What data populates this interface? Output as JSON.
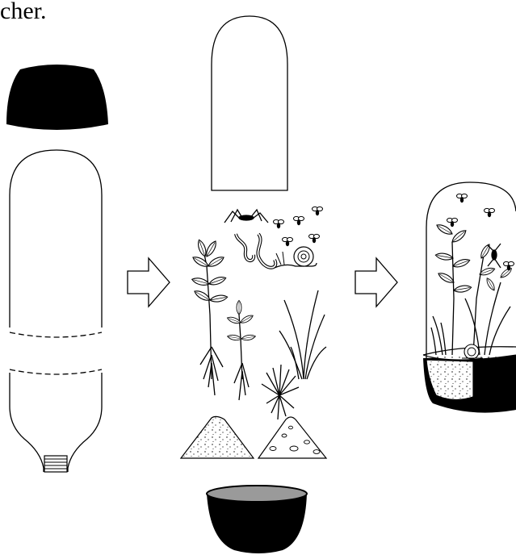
{
  "caption": "cher.",
  "colors": {
    "ink": "#000000",
    "paper": "#ffffff",
    "pot_rim": "#9a9a9a"
  },
  "panels": [
    {
      "id": "bottle-parts",
      "icon": "cut-bottle-icon"
    },
    {
      "id": "ingredients",
      "icon": "terrarium-ingredients-icon"
    },
    {
      "id": "finished-terrarium",
      "icon": "terrarium-icon"
    }
  ],
  "arrows": [
    "arrow-right-icon",
    "arrow-right-icon"
  ]
}
